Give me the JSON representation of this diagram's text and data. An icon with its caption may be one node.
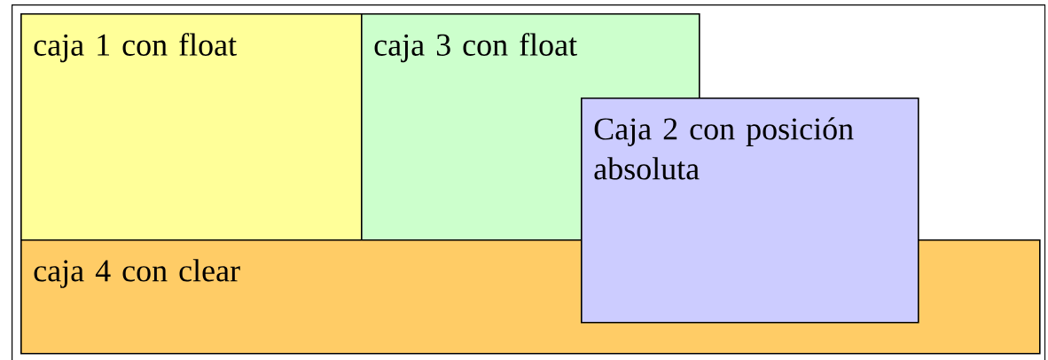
{
  "diagram": {
    "nodes": [
      {
        "text": [],
        "shape": "box"
      },
      {
        "text": [
          "caja 1 con float"
        ],
        "in": 0
      },
      {
        "text": [
          "caja 3 con float"
        ],
        "in": 0
      },
      {
        "text": [
          "Caja 2 con posición absoluta"
        ],
        "in": 0
      },
      {
        "text": [
          "caja 4 con clear"
        ],
        "in": 0
      }
    ]
  }
}
